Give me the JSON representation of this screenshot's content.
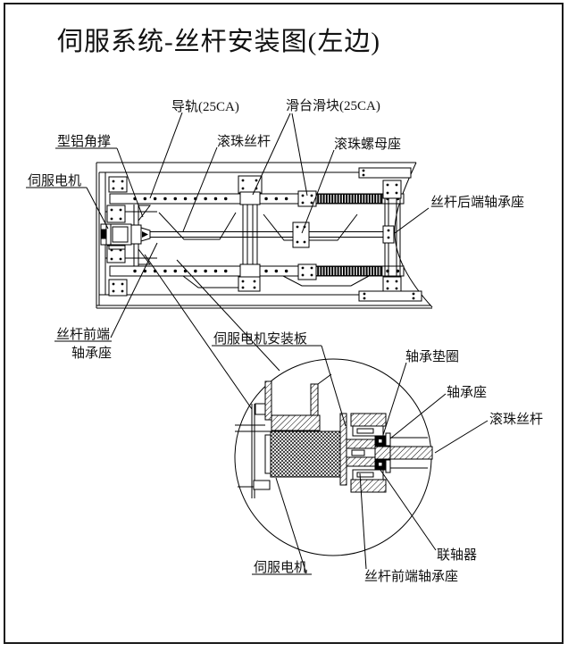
{
  "page": {
    "title": "伺服系统-丝杆安装图(左边)"
  },
  "main_view": {
    "labels": {
      "guide_rail": "导轨(25CA)",
      "slide_block": "滑台滑块(25CA)",
      "ball_screw": "滚珠丝杆",
      "ball_nut_seat": "滚珠螺母座",
      "aluminum_corner_brace": "型铝角撑",
      "servo_motor": "伺服电机",
      "screw_rear_bearing_seat": "丝杆后端轴承座",
      "screw_front_bearing_seat_l1": "丝杆前端",
      "screw_front_bearing_seat_l2": "轴承座"
    }
  },
  "detail_view": {
    "labels": {
      "servo_motor_mount_plate": "伺服电机安装板",
      "bearing_washer": "轴承垫圈",
      "bearing_seat": "轴承座",
      "ball_screw": "滚珠丝杆",
      "coupling": "联轴器",
      "screw_front_bearing_seat": "丝杆前端轴承座",
      "servo_motor": "伺服电机"
    }
  },
  "colors": {
    "line": "#000000",
    "background": "#ffffff"
  }
}
